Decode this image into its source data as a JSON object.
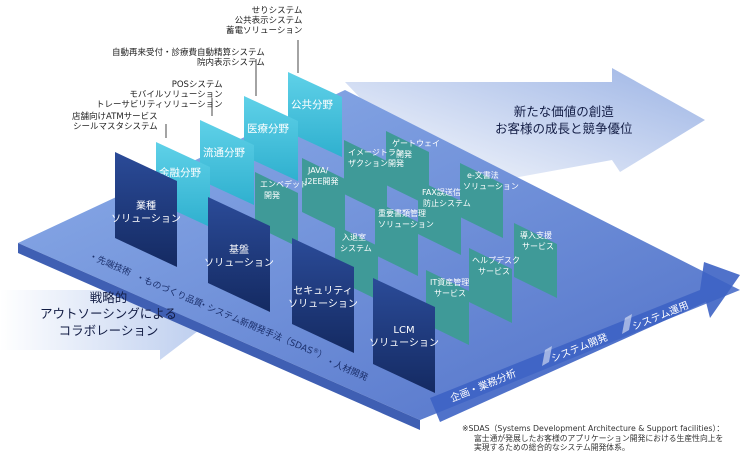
{
  "callouts": [
    {
      "lines": [
        "せりシステム",
        "公共表示システム",
        "蓄電ソリューション"
      ]
    },
    {
      "lines": [
        "自動再来受付・診療費自動精算システム",
        "院内表示システム"
      ]
    },
    {
      "lines": [
        "POSシステム",
        "モバイルソリューション",
        "トレーサビリティソリューション"
      ]
    },
    {
      "lines": [
        "店舗向けATMサービス",
        "シールマスタシステム"
      ]
    }
  ],
  "cyan_columns": [
    "金融分野",
    "流通分野",
    "医療分野",
    "公共分野"
  ],
  "teal_tiles": [
    [
      "エンベデッド",
      "開発"
    ],
    [
      "JAVA/",
      "J2EE開発"
    ],
    [
      "イメージトラン",
      "ザクション開発"
    ],
    [
      "ゲートウェイ",
      "開発"
    ],
    [
      "入退室",
      "システム"
    ],
    [
      "重要書類管理",
      "ソリューション"
    ],
    [
      "FAX誤送信",
      "防止システム"
    ],
    [
      "e-文書法",
      "ソリューション"
    ],
    [
      "IT資産管理",
      "サービス"
    ],
    [
      "ヘルプデスク",
      "サービス"
    ],
    [
      "導入支援",
      "サービス"
    ]
  ],
  "blue_solutions": [
    [
      "業種",
      "ソリューション"
    ],
    [
      "基盤",
      "ソリューション"
    ],
    [
      "セキュリティ",
      "ソリューション"
    ],
    [
      "LCM",
      "ソリューション"
    ]
  ],
  "diagonal_items": [
    "・先端技術",
    "・ものづくり品質",
    "・システム新開発手法（SDAS",
    "®",
    "）",
    "・人材開発"
  ],
  "left_message": [
    "戦略的",
    "アウトソーシングによる",
    "コラボレーション"
  ],
  "right_message": [
    "新たな価値の創造",
    "お客様の成長と競争優位"
  ],
  "arrow_labels": [
    "企画・業務分析",
    "システム開発",
    "システム運用"
  ],
  "footnote": [
    "※SDAS（Systems Development Architecture & Support facilities）：",
    "富士通が発展したお客様のアプリケーション開発における生産性向上を",
    "実現するための総合的なシステム開発体系。"
  ],
  "colors": {
    "cyan": "#41c1dc",
    "teal": "#3f9a98",
    "navy": "#1d3577",
    "platform": "#6f8ed6",
    "arrow": "#c8d6f1"
  }
}
